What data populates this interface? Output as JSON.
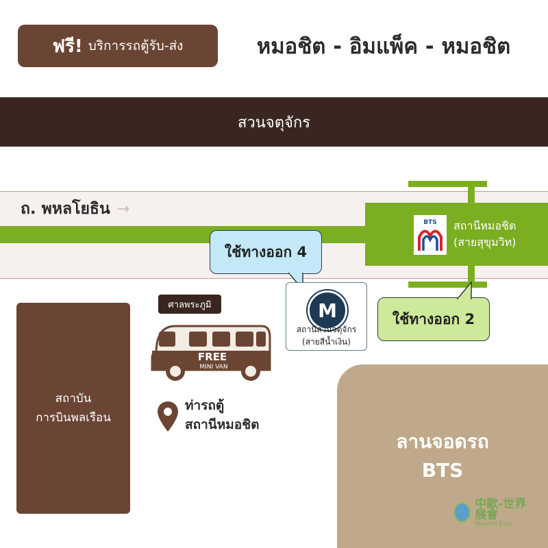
{
  "header": {
    "free_label": "ฟรี!",
    "service_label": "บริการรถตู้รับ-ส่ง",
    "route": "หมอชิต - อิมแพ็ค - หมอชิต"
  },
  "park": {
    "name": "สวนจตุจักร"
  },
  "road": {
    "name": "ถ. พหลโยธิน",
    "arrow": "→"
  },
  "bts_station": {
    "logo_text": "BTS",
    "name_line1": "สถานีหมอชิต",
    "name_line2": "(สายสุขุมวิท)"
  },
  "exits": {
    "exit4": "ใช้ทางออก 4",
    "exit2": "ใช้ทางออก 2"
  },
  "mrt_station": {
    "logo_letter": "M",
    "name_line1": "สถานีสวนจตุจักร",
    "name_line2": "(สายสีน้ำเงิน)"
  },
  "aviation": {
    "line1": "สถาบัน",
    "line2": "การบินพลเรือน"
  },
  "shrine": {
    "label": "ศาลพระภูมิ"
  },
  "van": {
    "free_text": "FREE",
    "sub_text": "MINI VAN"
  },
  "pickup": {
    "line1": "ท่ารถตู้",
    "line2": "สถานีหมอชิต"
  },
  "parking": {
    "line1": "ลานจอดรถ",
    "line2": "BTS"
  },
  "watermark": {
    "text": "中歐-世界展會",
    "sub": "ShowOn Expo"
  },
  "colors": {
    "brown": "#6b4534",
    "dark_brown": "#3a2620",
    "green": "#7cae22",
    "tan": "#bfa98a",
    "light_blue": "#c3e8f8",
    "light_green": "#cde99a",
    "mrt_navy": "#1e3954",
    "bts_red": "#d8232a",
    "bts_blue": "#1b4f9c"
  },
  "icons": [
    "location-pin-icon",
    "mini-van-icon",
    "bts-logo-icon",
    "mrt-logo-icon",
    "arrow-right-icon"
  ]
}
